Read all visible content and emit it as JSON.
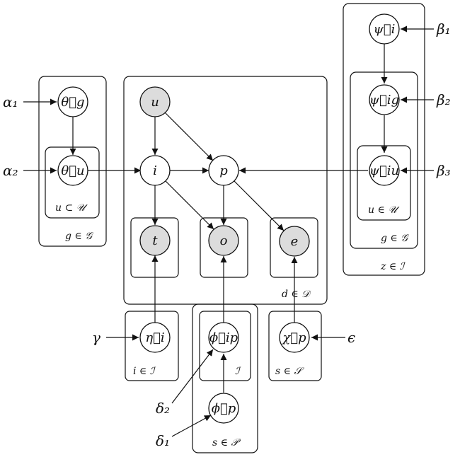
{
  "nodes": {
    "theta_g": "θ⃗g",
    "theta_u": "θ⃗u",
    "u": "u",
    "i": "i",
    "p": "p",
    "t": "t",
    "o": "o",
    "e": "e",
    "psi_i": "ψ⃗i",
    "psi_ig": "ψ⃗ig",
    "psi_iu": "ψ⃗iu",
    "eta_i": "η⃗i",
    "phi_ip": "ϕ⃗ip",
    "phi_p": "ϕ⃗p",
    "chi_p": "χ⃗p"
  },
  "hyperparameters": {
    "alpha1": "α₁",
    "alpha2": "α₂",
    "beta1": "β₁",
    "beta2": "β₂",
    "beta3": "β₃",
    "gamma": "γ",
    "epsilon": "ϵ",
    "delta1": "δ₁",
    "delta2": "δ₂"
  },
  "plates": {
    "g_user": "g ∈ 𝒢",
    "u_subset": "u ⊂ 𝒰",
    "d_plate": "d ∈ 𝒟",
    "z_plate": "z ∈ ℐ",
    "g_item": "g ∈ 𝒢",
    "u_item": "u ∈ 𝒰",
    "i_plate": "i ∈ ℐ",
    "phi_inner": "ℐ",
    "p_plate": "s ∈ 𝒫",
    "s_plate": "s ∈ 𝒮"
  }
}
